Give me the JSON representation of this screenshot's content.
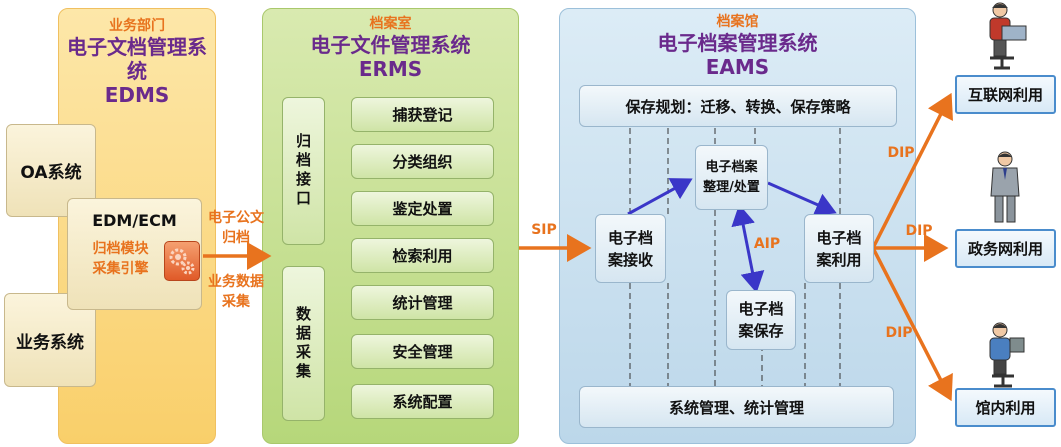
{
  "edms": {
    "dept": "业务部门",
    "title": "电子文档管理系统",
    "abbr": "EDMS",
    "oa": "OA系统",
    "edm": "EDM/ECM",
    "engine": "归档模块\n采集引擎",
    "business": "业务系统"
  },
  "erms": {
    "dept": "档案室",
    "title": "电子文件管理系统",
    "abbr": "ERMS",
    "archive_interface": "归档接口",
    "data_collection": "数据采集",
    "modules": [
      "捕获登记",
      "分类组织",
      "鉴定处置",
      "检索利用",
      "统计管理",
      "安全管理",
      "系统配置"
    ]
  },
  "eams": {
    "dept": "档案馆",
    "title": "电子档案管理系统",
    "abbr": "EAMS",
    "preservation_plan": "保存规划：迁移、转换、保存策略",
    "receive": "电子档\n案接收",
    "organize": "电子档案\n整理/处置",
    "utilize": "电子档\n案利用",
    "store": "电子档\n案保存",
    "sys_mgmt": "系统管理、统计管理"
  },
  "flow_labels": {
    "doc_archive": "电子公文\n归档",
    "biz_collect": "业务数据\n采集",
    "sip": "SIP",
    "aip": "AIP",
    "dip": "DIP"
  },
  "users": {
    "internet": "互联网利用",
    "gov": "政务网利用",
    "inhouse": "馆内利用"
  },
  "colors": {
    "orange": "#e8731e",
    "purple": "#6a2a8c",
    "blue_arrow": "#3a36c8",
    "user_border": "#4a8ccc"
  },
  "icons": [
    "laptop-user-icon",
    "businessman-icon",
    "desktop-user-icon",
    "gear-icon"
  ]
}
